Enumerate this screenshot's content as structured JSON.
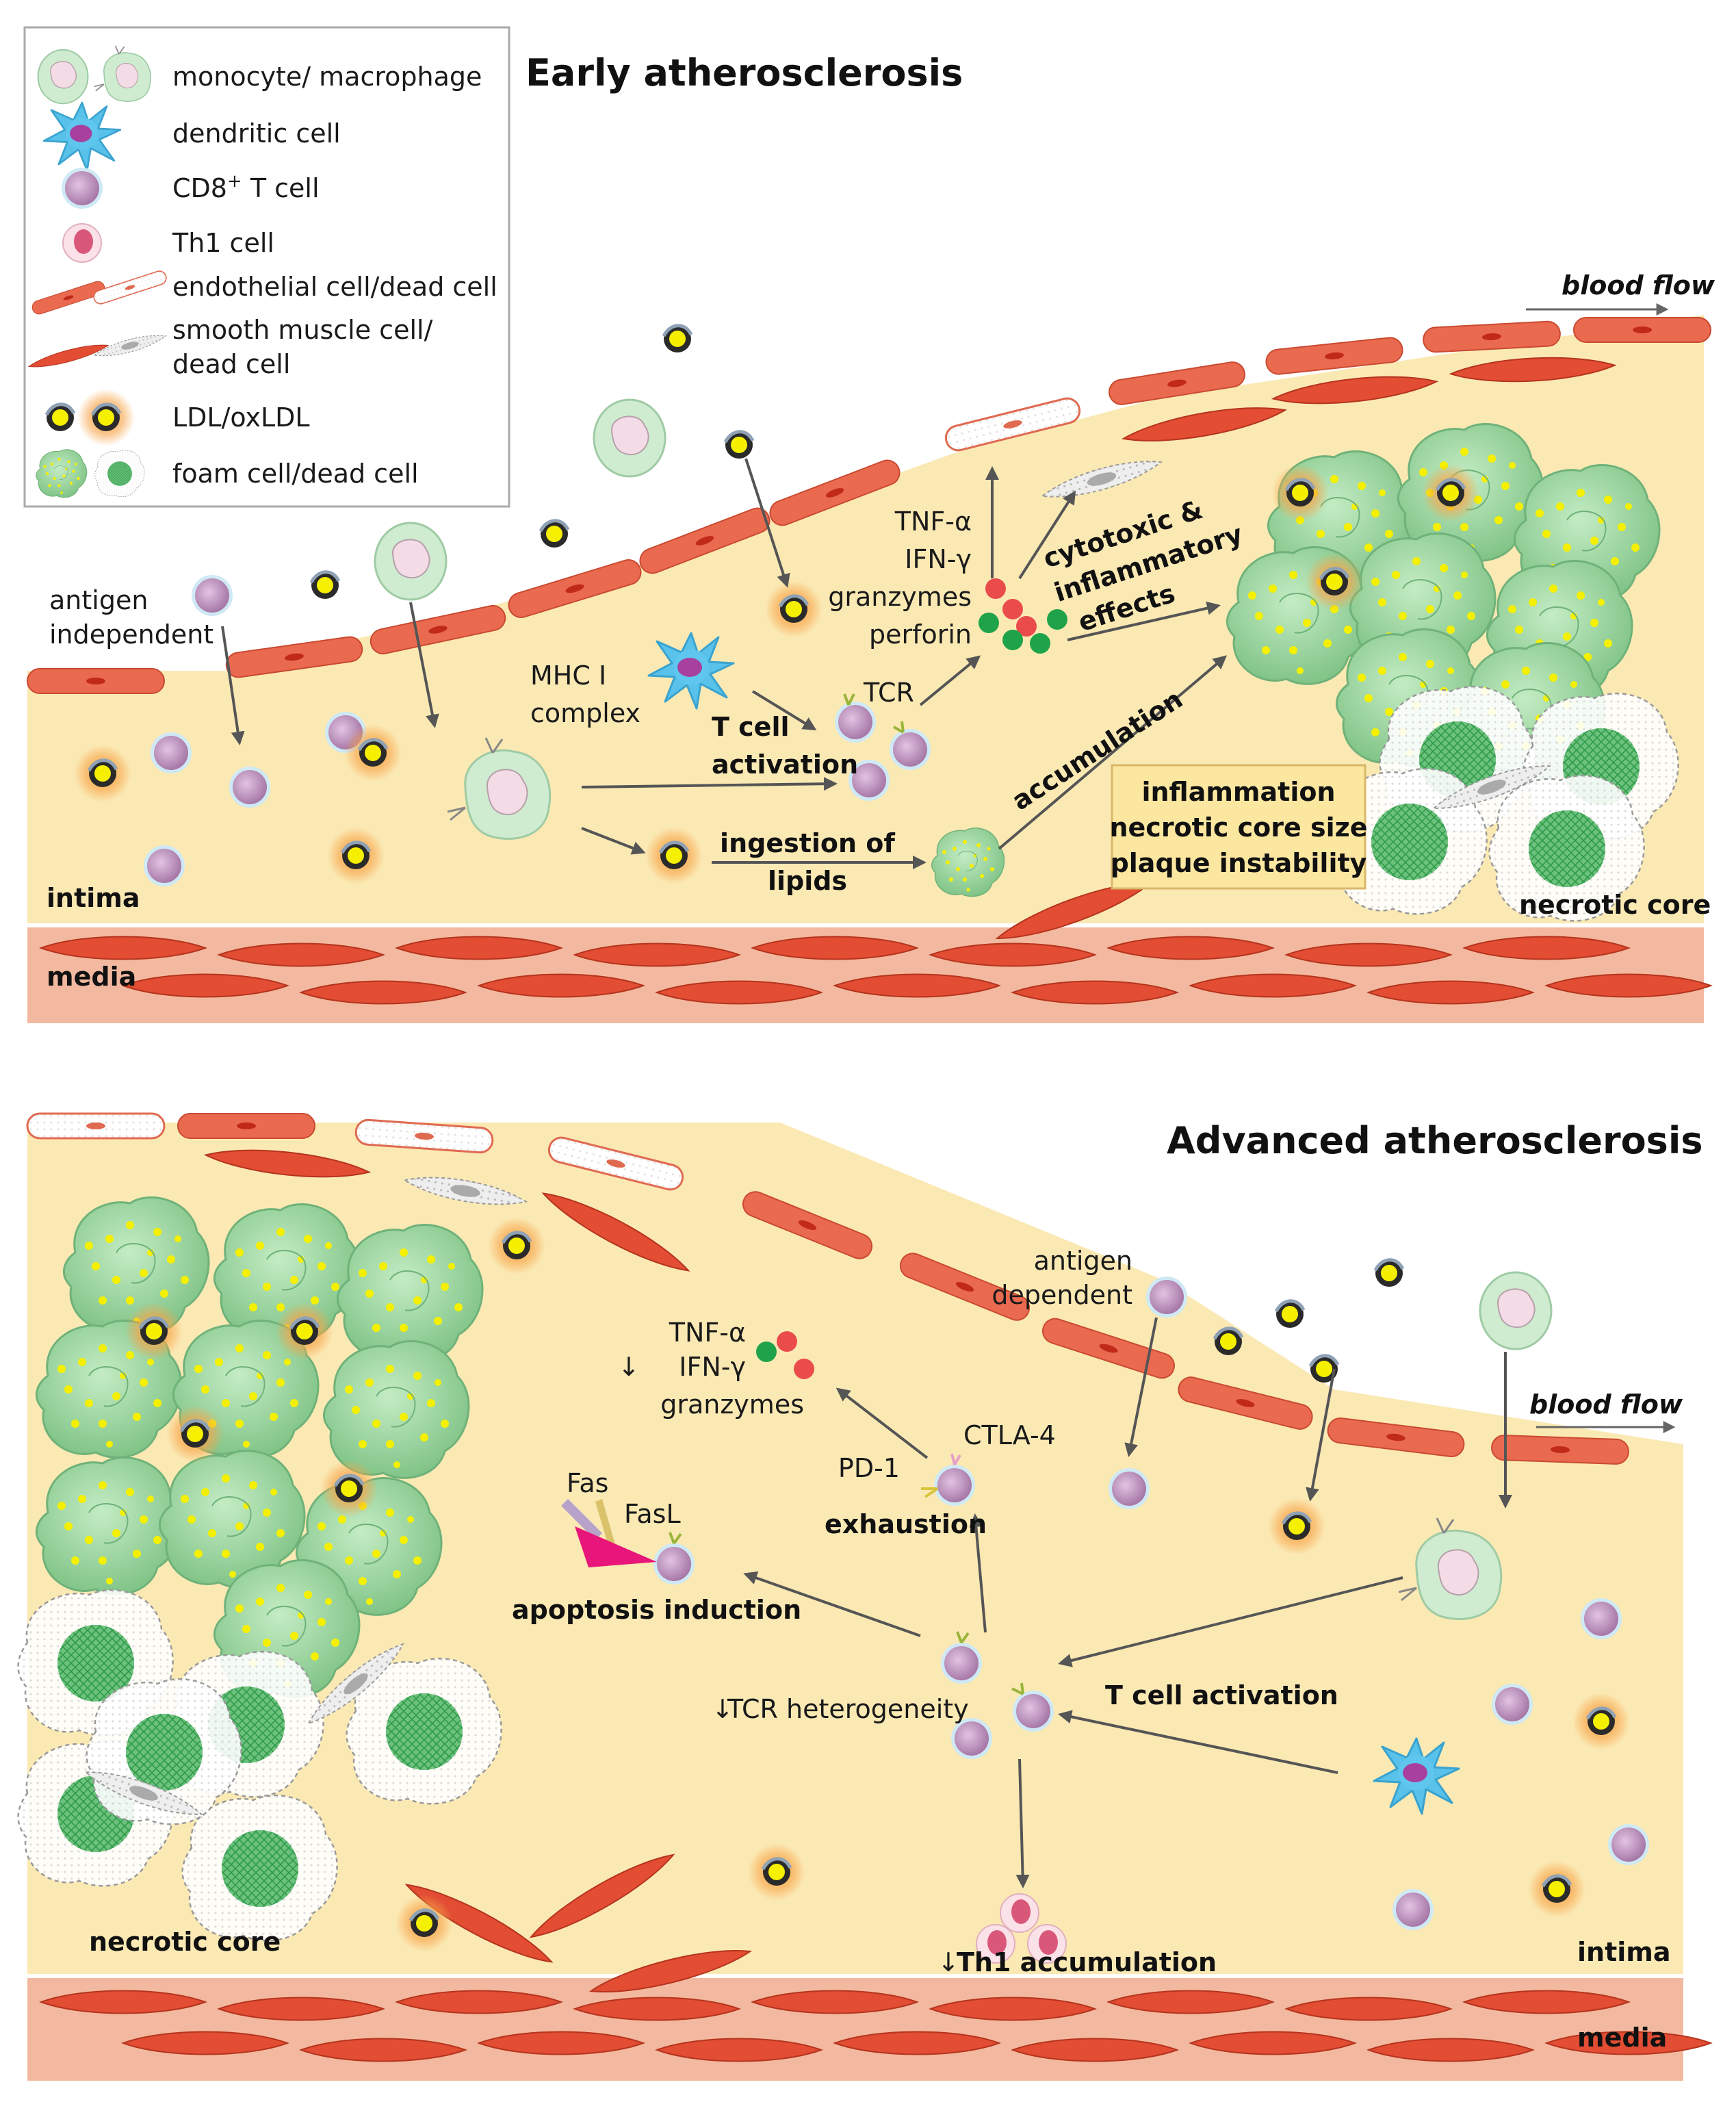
{
  "legend": {
    "monocyte": "monocyte/ macrophage",
    "dendritic": "dendritic cell",
    "cd8_prefix": "CD8",
    "cd8_sup": "+",
    "cd8_suffix": " T cell",
    "th1": "Th1 cell",
    "endothelial": "endothelial cell/dead cell",
    "smooth_1": "smooth muscle cell/",
    "smooth_2": "dead cell",
    "ldl": "LDL/oxLDL",
    "foam": "foam cell/dead cell"
  },
  "early": {
    "title": "Early atherosclerosis",
    "blood_flow": "blood flow",
    "antigen_1": "antigen",
    "antigen_2": "independent",
    "mhc_1": "MHC I",
    "mhc_2": "complex",
    "tcell_1": "T cell",
    "tcell_2": "activation",
    "tcr": "TCR",
    "cytokines": [
      "TNF-α",
      "IFN-γ",
      "granzymes",
      "perforin"
    ],
    "effects_1": "cytotoxic &",
    "effects_2": "inflammatory",
    "effects_3": "effects",
    "accumulation": "accumulation",
    "ingest_1": "ingestion of",
    "ingest_2": "lipids",
    "box_1": "inflammation",
    "box_2": "necrotic core size",
    "box_3": "plaque instability",
    "intima": "intima",
    "media": "media",
    "necrotic": "necrotic core"
  },
  "advanced": {
    "title": "Advanced atherosclerosis",
    "blood_flow": "blood flow",
    "antigen_1": "antigen",
    "antigen_2": "dependent",
    "cytokines": [
      "TNF-α",
      "IFN-γ",
      "granzymes"
    ],
    "ctla4": "CTLA-4",
    "pd1": "PD-1",
    "exhaustion": "exhaustion",
    "fas": "Fas",
    "fasl": "FasL",
    "apoptosis": "apoptosis induction",
    "tcr_het": "TCR heterogeneity",
    "tcell_act": "T cell activation",
    "th1_acc": "Th1 accumulation",
    "necrotic": "necrotic core",
    "intima": "intima",
    "media": "media"
  },
  "colors": {
    "intima": "#fbe9b4",
    "endothelium": "#e8604a",
    "smooth_muscle": "#e04a32",
    "media_band": "#f3b9a0",
    "foam": "#9fd6a2",
    "lipid": "#f5f000",
    "tcell": "#c79bc7",
    "th1": "#f3b4c1",
    "dendritic": "#4ab8e4",
    "monocyte": "#bfe3c2",
    "red_dot": "#ea4b4b",
    "green_dot": "#1fa34a",
    "box_fill": "#fbe7a0",
    "fasl": "#e8157a"
  }
}
